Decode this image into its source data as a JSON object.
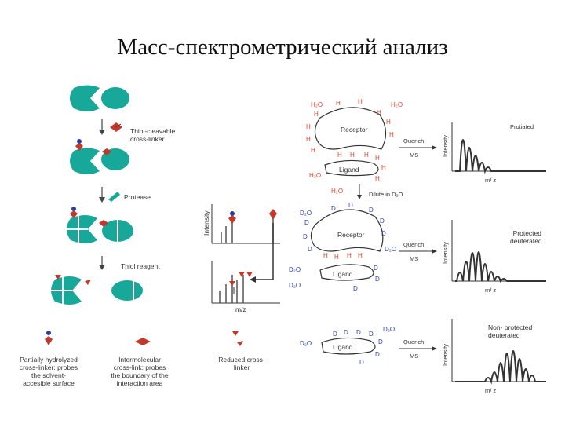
{
  "title": "Масс-спектрометрический анализ",
  "left": {
    "step1": "Thiol-cleavable\ncross-linker",
    "step2": "Protease",
    "step3": "Thiol reagent",
    "ms_ylabel": "Intensity",
    "ms_xlabel": "m/z",
    "legend1": "Partially hydrolyzed\ncross-linker: probes\nthe solvent-\naccesible surface",
    "legend2": "Intermolecular\ncross-link: probes\nthe boundary of the\ninteraction area",
    "legend3": "Reduced cross-\nlinker"
  },
  "right": {
    "receptor": "Receptor",
    "ligand": "Ligand",
    "quench": "Quench",
    "ms": "MS",
    "dilute": "Dilute in D₂O",
    "intensity": "Intensity",
    "mz": "m/ z",
    "spec1": "Protiated",
    "spec2": "Protected\ndeuterated",
    "spec3": "Non- protected\ndeuterated",
    "h": "H",
    "d": "D",
    "h2o": "H₂O",
    "d2o": "D₂O"
  },
  "colors": {
    "protein": "#18a89a",
    "crosslinker": "#c0392b",
    "blue_dot": "#2b3fa0",
    "h_label": "#e0452c",
    "d_label": "#2a3aa8",
    "spectrum": "#333333"
  }
}
